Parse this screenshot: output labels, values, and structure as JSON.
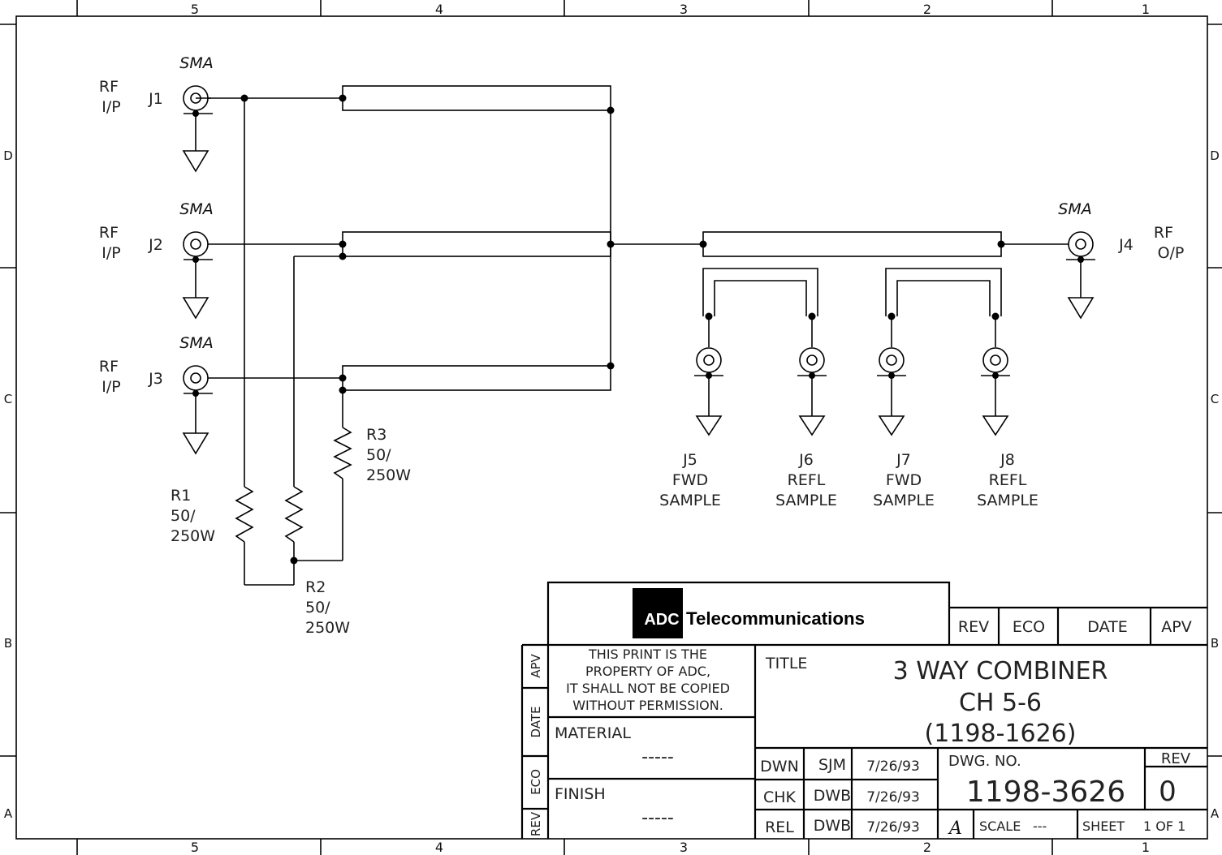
{
  "border": {
    "columns_top": [
      "5",
      "4",
      "3",
      "2",
      "1"
    ],
    "columns_bottom": [
      "5",
      "4",
      "3",
      "2",
      "1"
    ],
    "rows_left": [
      "D",
      "C",
      "B",
      "A"
    ],
    "rows_right": [
      "D",
      "C",
      "B",
      "A"
    ]
  },
  "connectors": {
    "j1": {
      "type": "SMA",
      "ref": "J1",
      "label_line1": "RF",
      "label_line2": "I/P"
    },
    "j2": {
      "type": "SMA",
      "ref": "J2",
      "label_line1": "RF",
      "label_line2": "I/P"
    },
    "j3": {
      "type": "SMA",
      "ref": "J3",
      "label_line1": "RF",
      "label_line2": "I/P"
    },
    "j4": {
      "type": "SMA",
      "ref": "J4",
      "label_line1": "RF",
      "label_line2": "O/P"
    },
    "j5": {
      "ref": "J5",
      "label_line1": "FWD",
      "label_line2": "SAMPLE"
    },
    "j6": {
      "ref": "J6",
      "label_line1": "REFL",
      "label_line2": "SAMPLE"
    },
    "j7": {
      "ref": "J7",
      "label_line1": "FWD",
      "label_line2": "SAMPLE"
    },
    "j8": {
      "ref": "J8",
      "label_line1": "REFL",
      "label_line2": "SAMPLE"
    }
  },
  "resistors": {
    "r1": {
      "ref": "R1",
      "value": "50/",
      "power": "250W"
    },
    "r2": {
      "ref": "R2",
      "value": "50/",
      "power": "250W"
    },
    "r3": {
      "ref": "R3",
      "value": "50/",
      "power": "250W"
    }
  },
  "title_block": {
    "company_abbr": "ADC",
    "company_name": "Telecommunications",
    "rev_table_headers": {
      "rev": "REV",
      "eco": "ECO",
      "date": "DATE",
      "apv": "APV"
    },
    "side_labels": {
      "apv": "APV",
      "date": "DATE",
      "eco": "ECO",
      "rev": "REV"
    },
    "notice": [
      "THIS PRINT IS THE",
      "PROPERTY OF ADC,",
      "IT SHALL NOT BE COPIED",
      "WITHOUT PERMISSION."
    ],
    "material_label": "MATERIAL",
    "material_value": "-----",
    "finish_label": "FINISH",
    "finish_value": "-----",
    "title_label": "TITLE",
    "title_lines": [
      "3 WAY COMBINER",
      "CH 5-6",
      "(1198-1626)"
    ],
    "signoffs": [
      {
        "role": "DWN",
        "initials": "SJM",
        "date": "7/26/93"
      },
      {
        "role": "CHK",
        "initials": "DWB",
        "date": "7/26/93"
      },
      {
        "role": "REL",
        "initials": "DWB",
        "date": "7/26/93"
      }
    ],
    "dwg_no_label": "DWG. NO.",
    "dwg_no": "1198-3626",
    "rev_label": "REV",
    "rev_value": "0",
    "size": "A",
    "scale_label": "SCALE",
    "scale_value": "---",
    "sheet_label": "SHEET",
    "sheet_value": "1 OF 1"
  }
}
